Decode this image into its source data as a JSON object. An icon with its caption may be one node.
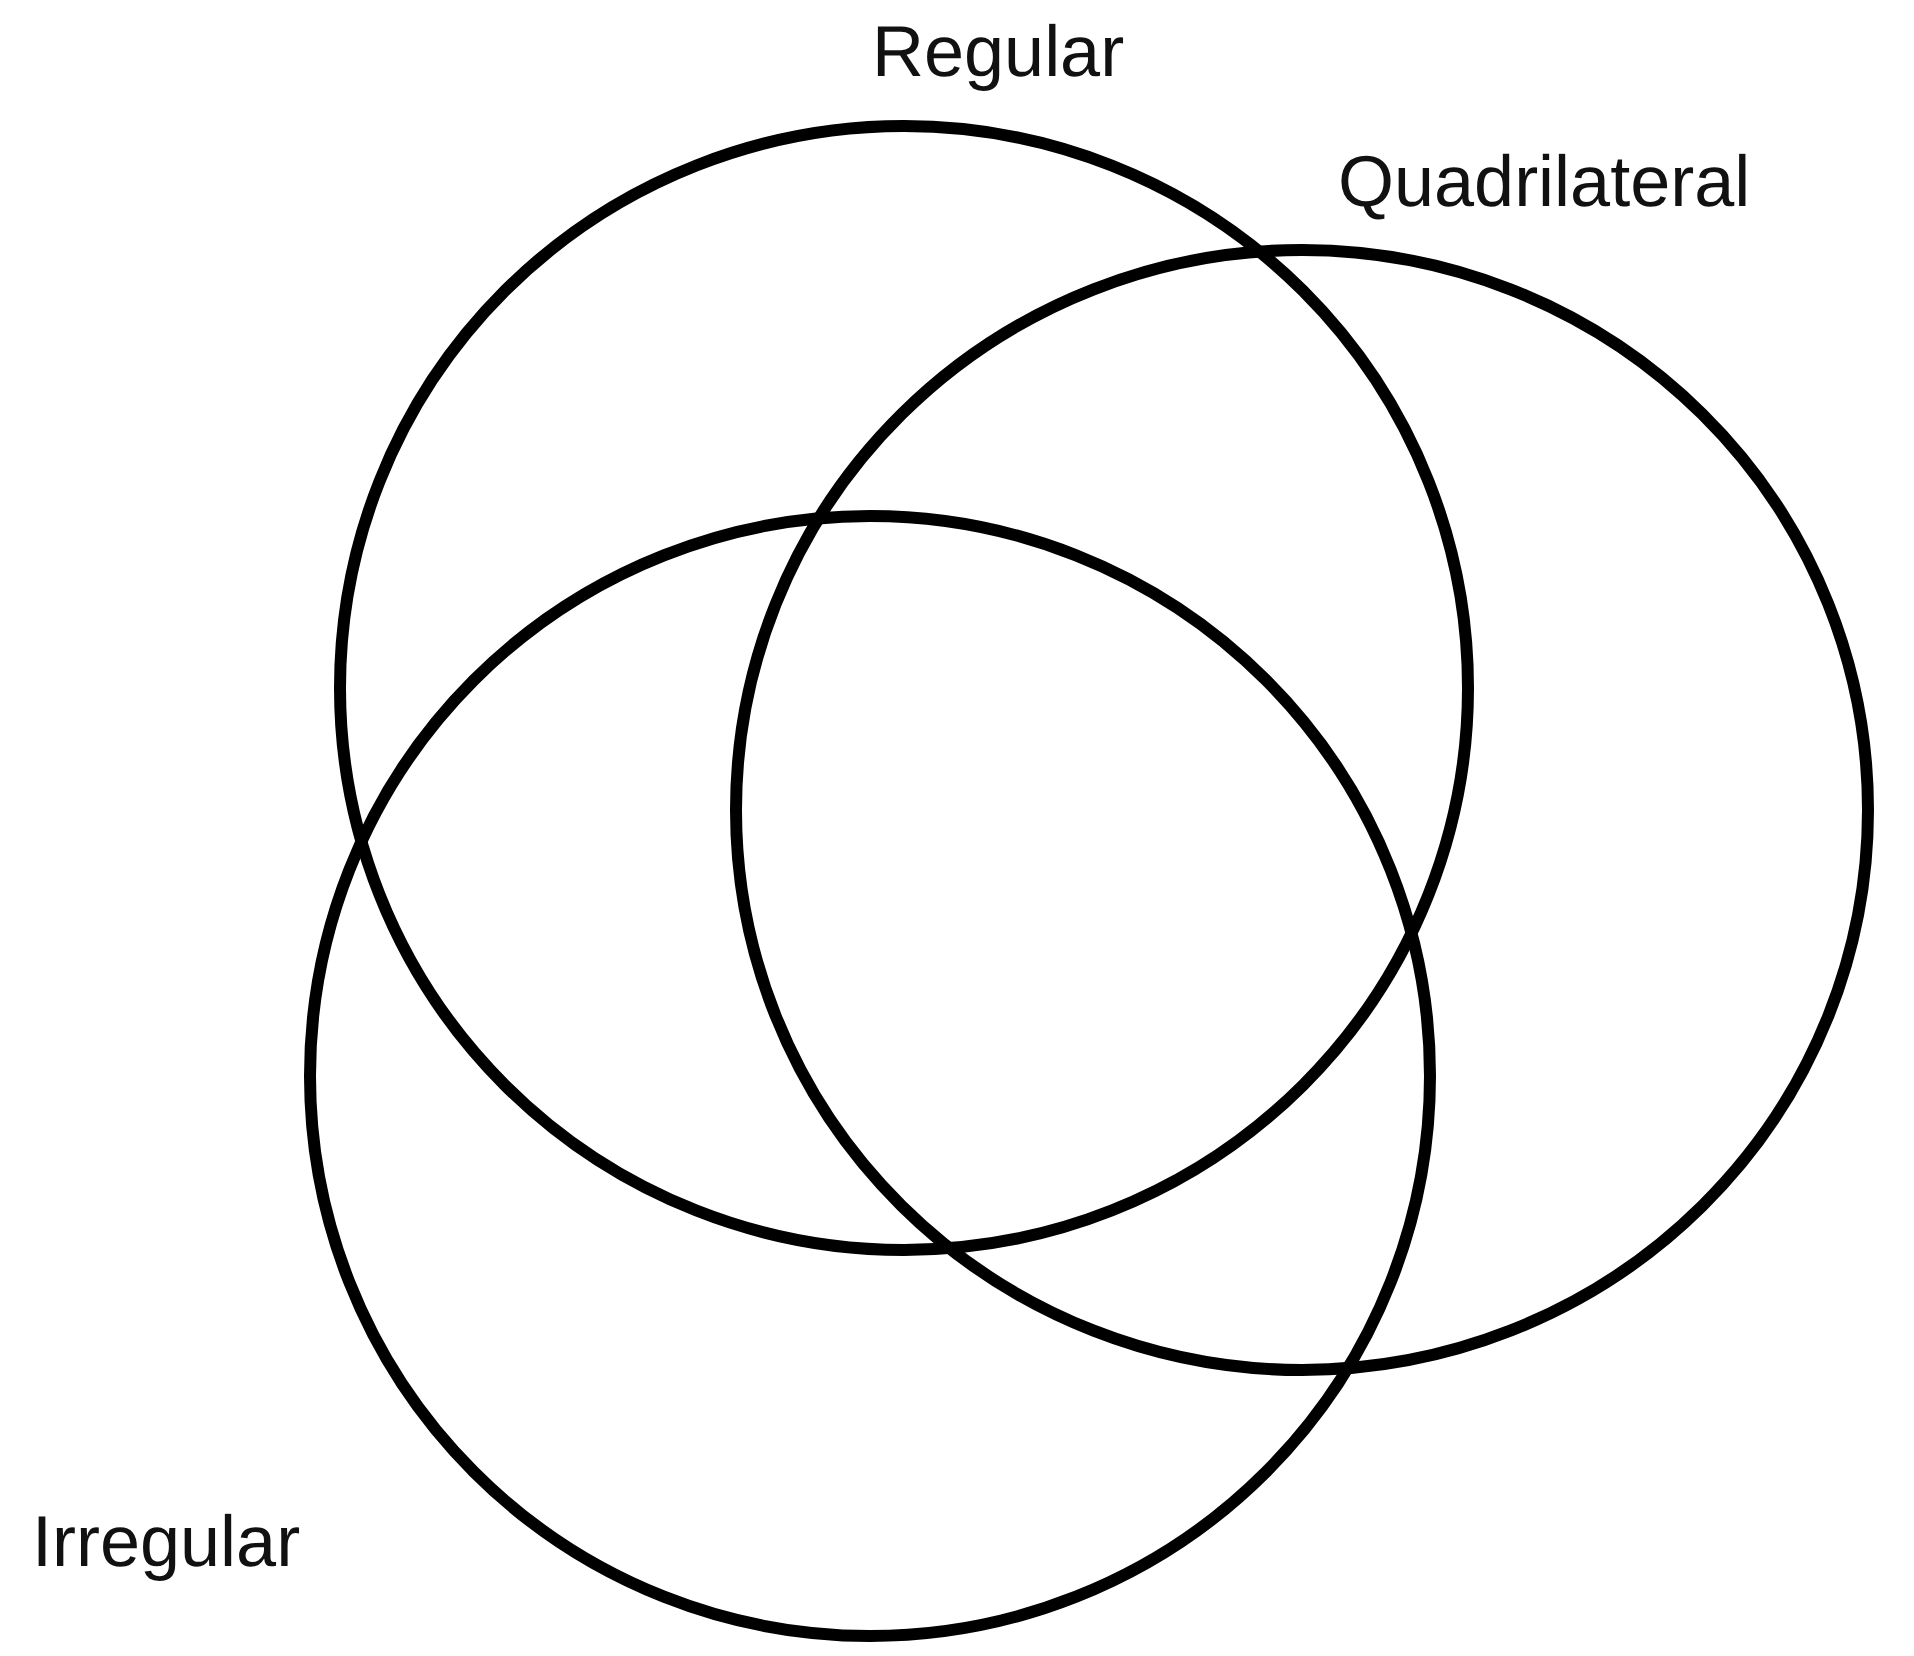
{
  "diagram": {
    "nodes": [
      {
        "text": [
          "Regular"
        ]
      },
      {
        "text": [
          "Quadrilateral"
        ]
      },
      {
        "text": [
          "Irregular"
        ]
      }
    ]
  }
}
